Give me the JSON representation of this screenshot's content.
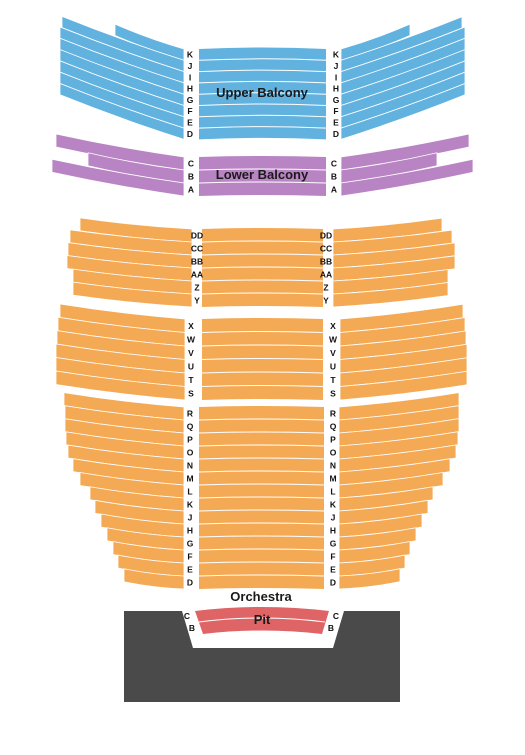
{
  "colors": {
    "upper_balcony": "#62b2e0",
    "lower_balcony": "#b984c3",
    "orchestra": "#f4aa55",
    "pit": "#de6466",
    "stage": "#4a4a4a",
    "divider": "#ffffff"
  },
  "sections": {
    "upper_balcony": {
      "label": "Upper Balcony",
      "rows": [
        "K",
        "J",
        "I",
        "H",
        "G",
        "F",
        "E",
        "D"
      ]
    },
    "lower_balcony": {
      "label": "Lower Balcony",
      "rows": [
        "C",
        "B",
        "A"
      ]
    },
    "orchestra_rear": {
      "rows": [
        "DD",
        "CC",
        "BB",
        "AA",
        "Z",
        "Y"
      ]
    },
    "orchestra_mid": {
      "rows": [
        "X",
        "W",
        "V",
        "U",
        "T",
        "S"
      ]
    },
    "orchestra_front": {
      "rows": [
        "R",
        "Q",
        "P",
        "O",
        "N",
        "M",
        "L",
        "K",
        "J",
        "H",
        "G",
        "F",
        "E",
        "D"
      ]
    },
    "orchestra": {
      "label": "Orchestra"
    },
    "pit": {
      "label": "Pit",
      "rows": [
        "C",
        "B"
      ]
    }
  }
}
